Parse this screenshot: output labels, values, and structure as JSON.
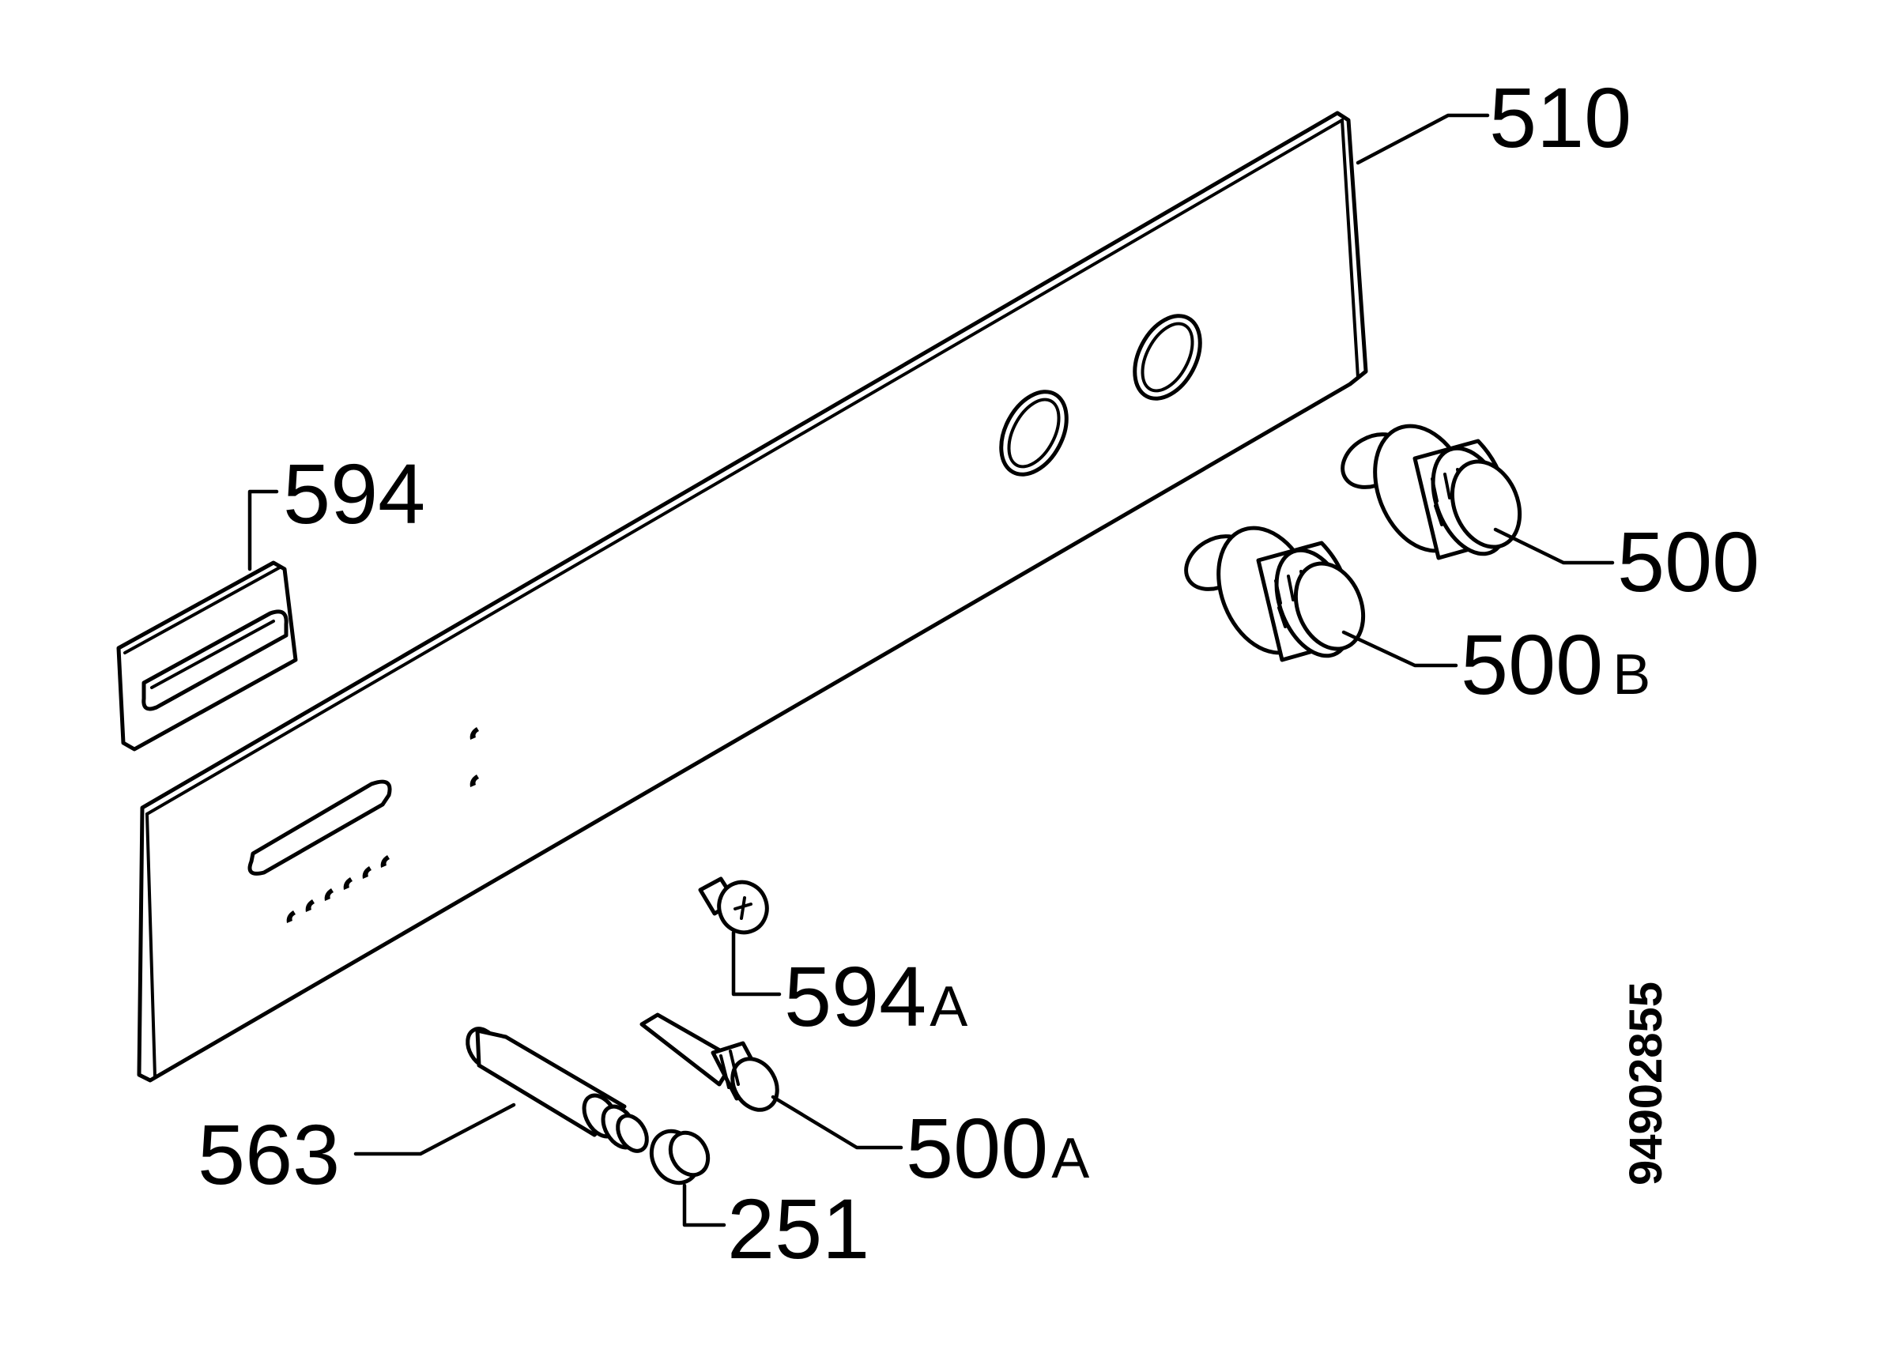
{
  "diagram": {
    "labels": {
      "panel": "510",
      "badge": "594",
      "knob": "500",
      "knob_b": "500",
      "knob_b_suffix": "B",
      "clip": "594",
      "clip_suffix": "A",
      "shaft": "563",
      "spindle": "500",
      "spindle_suffix": "A",
      "cap": "251"
    },
    "document_number": "94902855"
  }
}
